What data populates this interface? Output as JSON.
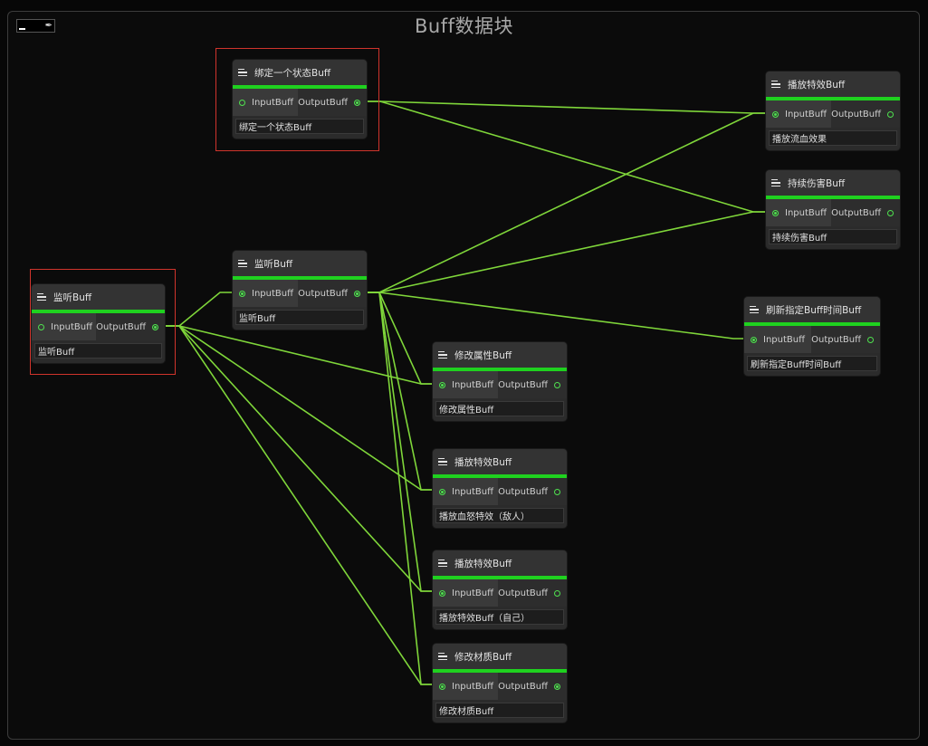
{
  "graph": {
    "title": "Buff数据块",
    "accent_color": "#1fd11f",
    "wire_color": "#7fd63a"
  },
  "nodes": {
    "bind_state": {
      "title": "绑定一个状态Buff",
      "input": "InputBuff",
      "output": "OutputBuff",
      "value": "绑定一个状态Buff"
    },
    "listen_root": {
      "title": "监听Buff",
      "input": "InputBuff",
      "output": "OutputBuff",
      "value": "监听Buff"
    },
    "listen_mid": {
      "title": "监听Buff",
      "input": "InputBuff",
      "output": "OutputBuff",
      "value": "监听Buff"
    },
    "play_fx_top": {
      "title": "播放特效Buff",
      "input": "InputBuff",
      "output": "OutputBuff",
      "value": "播放流血效果"
    },
    "dot_damage": {
      "title": "持续伤害Buff",
      "input": "InputBuff",
      "output": "OutputBuff",
      "value": "持续伤害Buff"
    },
    "refresh_time": {
      "title": "刷新指定Buff时间Buff",
      "input": "InputBuff",
      "output": "OutputBuff",
      "value": "刷新指定Buff时间Buff"
    },
    "modify_attr": {
      "title": "修改属性Buff",
      "input": "InputBuff",
      "output": "OutputBuff",
      "value": "修改属性Buff"
    },
    "play_fx_enemy": {
      "title": "播放特效Buff",
      "input": "InputBuff",
      "output": "OutputBuff",
      "value": "播放血怒特效（敌人）"
    },
    "play_fx_self": {
      "title": "播放特效Buff",
      "input": "InputBuff",
      "output": "OutputBuff",
      "value": "播放特效Buff（自己）"
    },
    "modify_material": {
      "title": "修改材质Buff",
      "input": "InputBuff",
      "output": "OutputBuff",
      "value": "修改材质Buff"
    }
  }
}
